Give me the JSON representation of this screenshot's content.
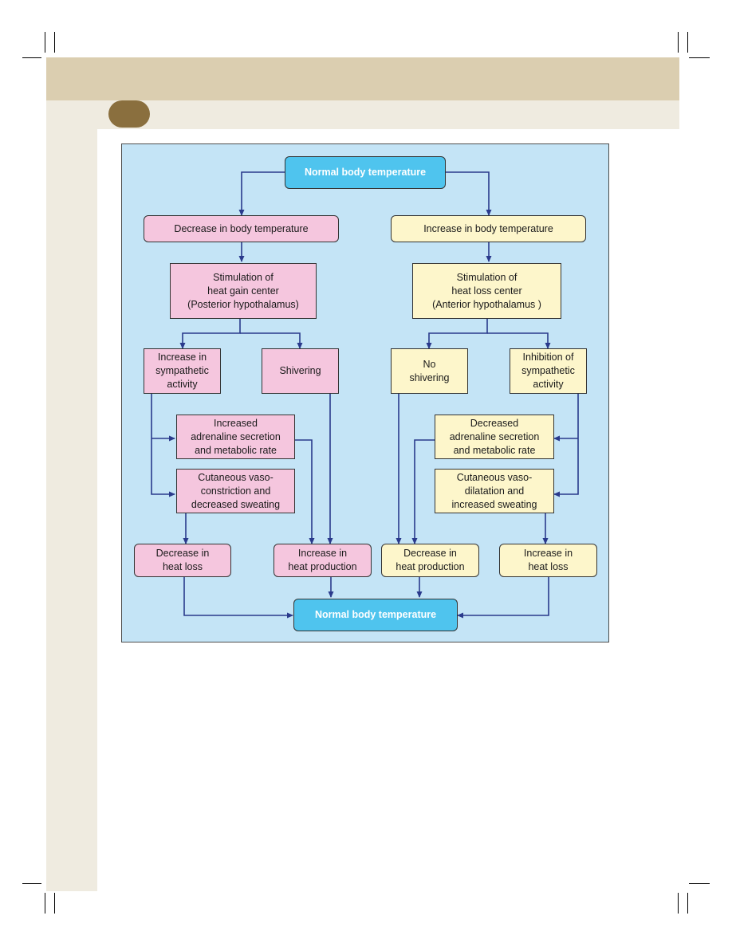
{
  "diagram": {
    "top_terminal": "Normal body temperature",
    "bottom_terminal": "Normal body temperature",
    "left_branch": {
      "trigger": "Decrease in body temperature",
      "center": "Stimulation of\nheat gain center\n(Posterior hypothalamus)",
      "sympathetic": "Increase in\nsympathetic\nactivity",
      "shivering": "Shivering",
      "adrenaline": "Increased\nadrenaline secretion\nand metabolic rate",
      "vaso": "Cutaneous vaso-\nconstriction and\ndecreased sweating",
      "heat_loss_result": "Decrease in\nheat loss",
      "heat_production_result": "Increase in\nheat production"
    },
    "right_branch": {
      "trigger": "Increase in body temperature",
      "center": "Stimulation of\nheat loss center\n(Anterior hypothalamus )",
      "no_shivering": "No\nshivering",
      "sympathetic": "Inhibition of\nsympathetic\nactivity",
      "adrenaline": "Decreased\nadrenaline secretion\nand metabolic rate",
      "vaso": "Cutaneous vaso-\ndilatation and\nincreased sweating",
      "heat_production_result": "Decrease in\nheat  production",
      "heat_loss_result": "Increase in\nheat loss"
    },
    "colors": {
      "terminal": "#4fc4ee",
      "heat_gain_boxes": "#f5c6de",
      "heat_loss_boxes": "#fdf6cb",
      "background": "#c4e4f6",
      "connector": "#2a3a8c"
    }
  }
}
